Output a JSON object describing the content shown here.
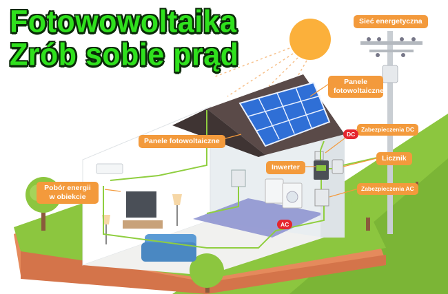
{
  "title": {
    "line1": "Fotowowoltaika",
    "line2": "Zrób sobie prąd"
  },
  "labels": {
    "grid": "Sieć energetyczna",
    "panels_right": "Panele fotowoltaiczne",
    "panels_left": "Panele fotowoltaiczne",
    "dc_protection": "Zabezpieczenia DC",
    "inverter": "Inwerter",
    "meter": "Licznik",
    "ac_protection": "Zabezpieczenia AC",
    "consumption": "Pobór energii w obiekcie"
  },
  "tags": {
    "dc": "DC",
    "ac": "AC"
  },
  "colors": {
    "title_green": "#2fe11d",
    "label_orange": "#f39a3c",
    "tag_red": "#e5262e",
    "wire_green": "#8fce3f",
    "grass": "#8cc63f",
    "soil": "#e58a5c",
    "sun": "#fbb03b",
    "panel_blue": "#2f6fd6",
    "roof": "#5a4a48"
  }
}
